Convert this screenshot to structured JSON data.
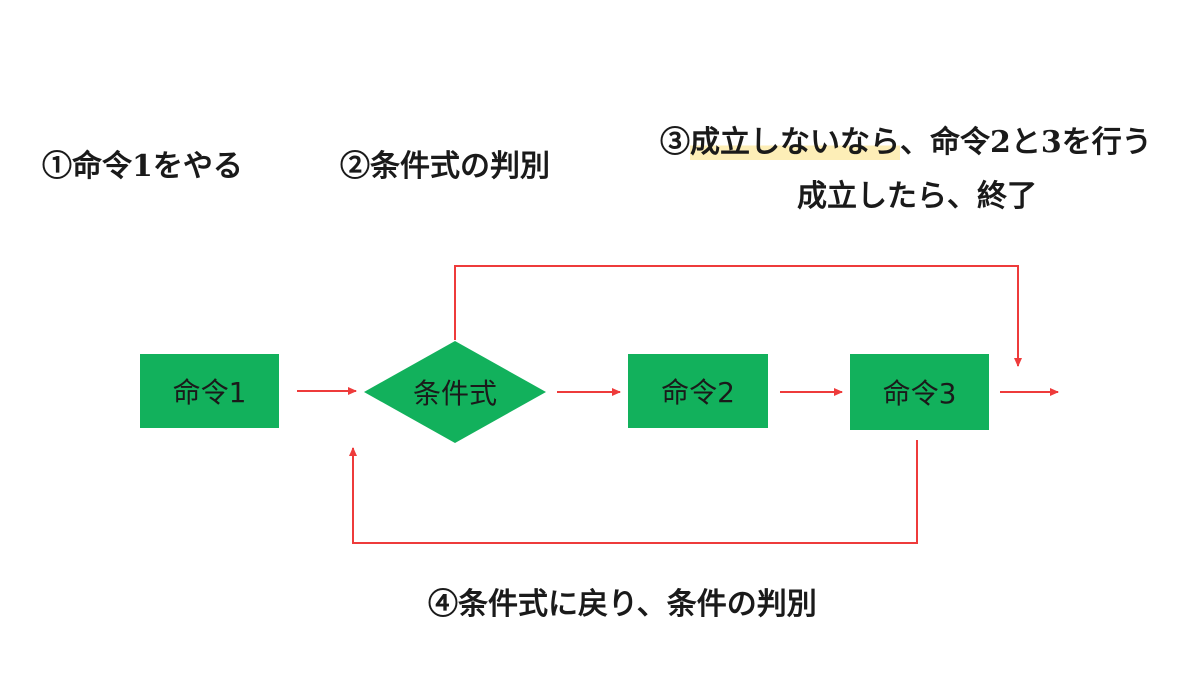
{
  "captions": {
    "step1": "①命令1をやる",
    "step2": "②条件式の判別",
    "step3_highlight": "成立しないなら",
    "step3_prefix": "③",
    "step3_suffix": "、命令2と3を行う",
    "step3_line2": "成立したら、終了",
    "step4": "④条件式に戻り、条件の判別"
  },
  "nodes": {
    "command1": "命令1",
    "condition": "条件式",
    "command2": "命令2",
    "command3": "命令3"
  },
  "colors": {
    "node_fill": "#12b15c",
    "arrow": "#ee3b3b",
    "highlight": "#fdeeb7",
    "text": "#1a1a1a"
  }
}
